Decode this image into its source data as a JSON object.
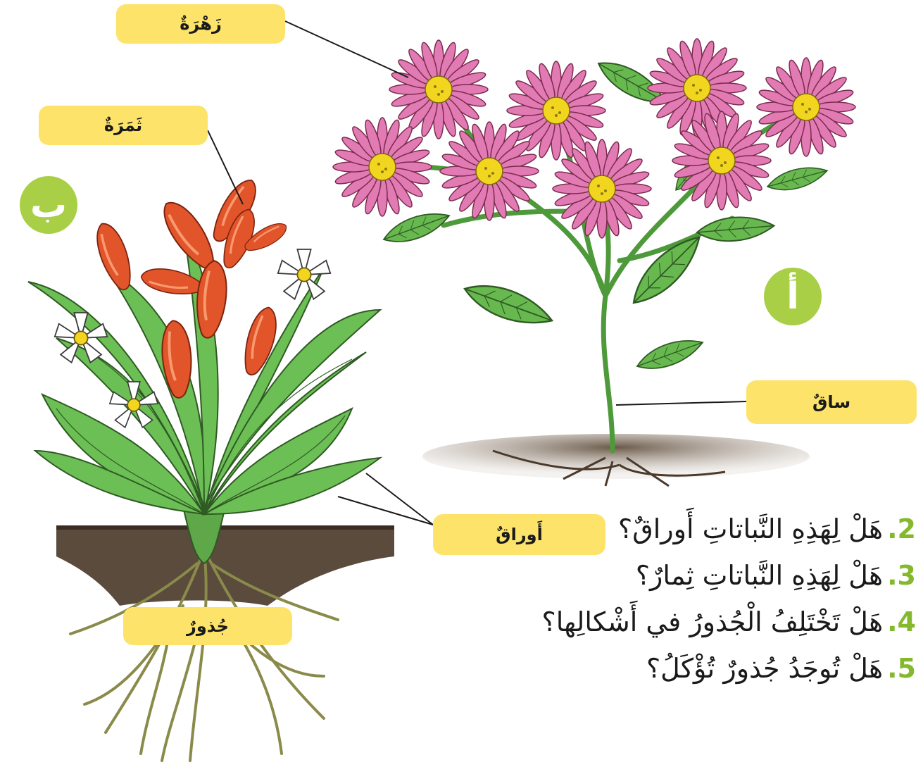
{
  "labels": {
    "flower": "زَهْرَةٌ",
    "fruit": "ثَمَرَةٌ",
    "stem": "ساقٌ",
    "leaves": "أَوراقٌ",
    "roots": "جُذورٌ"
  },
  "badges": {
    "plant_a": "أ",
    "plant_b": "ب"
  },
  "questions": [
    {
      "num": "2.",
      "text": "هَلْ لِهَذِهِ النَّباتاتِ أَوراقٌ؟"
    },
    {
      "num": "3.",
      "text": "هَلْ لِهَذِهِ النَّباتاتِ ثِمارٌ؟"
    },
    {
      "num": "4.",
      "text": "هَلْ تَخْتَلِفُ الْجُذورُ في أَشْكالِها؟"
    },
    {
      "num": "5.",
      "text": "هَلْ تُوجَدُ جُذورٌ تُؤْكَلُ؟"
    }
  ],
  "colors": {
    "label_bg": "#fde36a",
    "badge": "#a8cf45",
    "petal": "#e06aa8",
    "leaf": "#5fb04a",
    "pepper": "#e0552a",
    "soil": "#5a4a3c"
  }
}
